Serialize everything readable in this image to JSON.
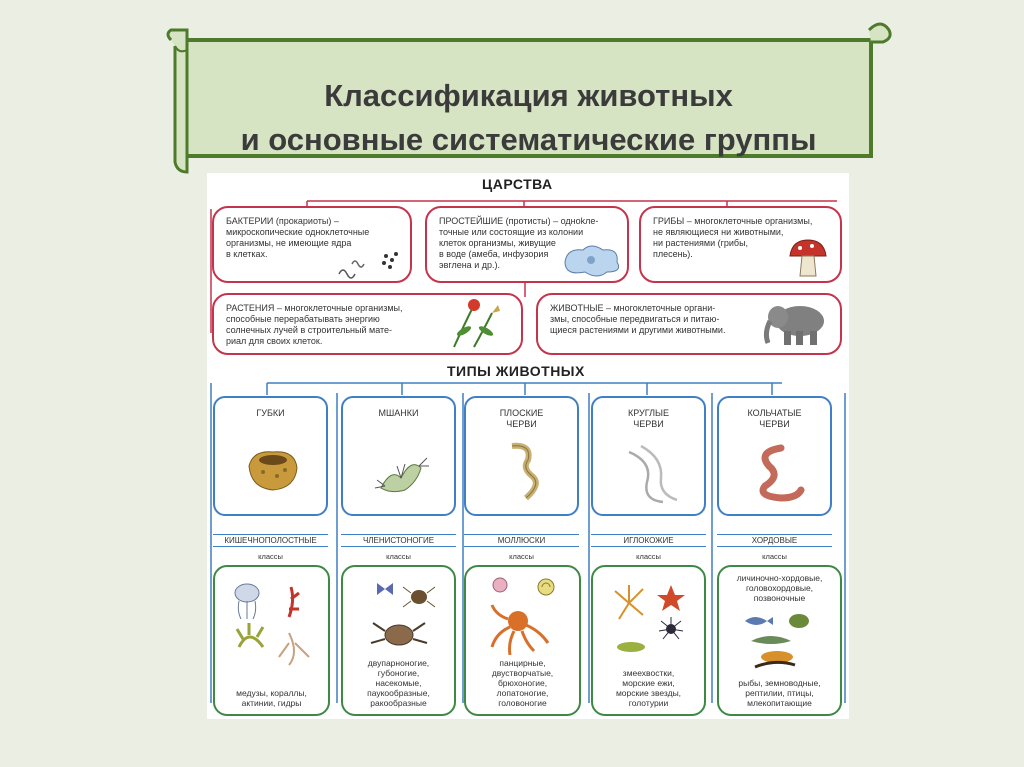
{
  "title": {
    "line1": "Классификация животных",
    "line2": "и основные систематические группы"
  },
  "kingdoms": {
    "heading": "ЦАРСТВА",
    "bacteria": [
      "БАКТЕРИИ (прокариоты) –",
      "микроскопические одноклеточные",
      "организмы, не имеющие ядра",
      "в клетках."
    ],
    "protists": [
      "ПРОСТЕЙШИЕ (протисты) – одноkле-",
      "точные или состоящие из колонии",
      "клеток организмы, живущие",
      "в воде (амеба, инфузория",
      "эвглена и др.)."
    ],
    "fungi": [
      "ГРИБЫ – многоклеточные организмы,",
      "не являющиеся ни животными,",
      "ни растениями (грибы,",
      "плесень)."
    ],
    "plants": [
      "РАСТЕНИЯ – многоклеточные организмы,",
      "способные перерабатывать энергию",
      "солнечных лучей в строительный мате-",
      "риал для своих клеток."
    ],
    "animals": [
      "ЖИВОТНЫЕ – многоклеточные органи-",
      "змы, способные передвигаться и питаю-",
      "щиеся растениями и другими животными."
    ]
  },
  "types": {
    "heading": "ТИПЫ ЖИВОТНЫХ",
    "top_row": [
      {
        "name": "ГУБКИ",
        "icon": "sponge-icon"
      },
      {
        "name": "МШАНКИ",
        "icon": "bryozoan-icon"
      },
      {
        "name": "ПЛОСКИЕ\nЧЕРВИ",
        "icon": "flatworm-icon"
      },
      {
        "name": "КРУГЛЫЕ\nЧЕРВИ",
        "icon": "roundworm-icon"
      },
      {
        "name": "КОЛЬЧАТЫЕ\nЧЕРВИ",
        "icon": "earthworm-icon"
      }
    ],
    "bottom_row": [
      {
        "name": "КИШЕЧНОПОЛОСТНЫЕ",
        "label": "классы",
        "classes": "медузы, кораллы,\nактинии, гидры",
        "icon": "cnidaria-icon"
      },
      {
        "name": "ЧЛЕНИСТОНОГИЕ",
        "label": "классы",
        "classes": "двупарноногие,\nгубоногие,\nнасекомые,\nпаукообразные,\nракообразные",
        "icon": "arthropods-icon"
      },
      {
        "name": "МОЛЛЮСКИ",
        "label": "классы",
        "classes": "панцирные,\nдвустворчатые,\nбрюхоногие,\nлопатоногие,\nголовоногие",
        "icon": "molluscs-icon"
      },
      {
        "name": "ИГЛОКОЖИЕ",
        "label": "классы",
        "classes": "змеехвостки,\nморские ежи,\nморские звезды,\nголотурии",
        "icon": "echinoderms-icon"
      },
      {
        "name": "ХОРДОВЫЕ",
        "label": "классы",
        "classes_top": "личиночно-хордовые,\nголовохордовые,\nпозвоночные",
        "classes": "рыбы, земноводные,\nрептилии, птицы,\nмлекопитающие",
        "icon": "chordates-icon"
      }
    ]
  },
  "colors": {
    "banner_fill": "#d6e4c3",
    "banner_stroke": "#4e7a2c",
    "kingdom_border": "#c4344c",
    "type_border": "#3f7fc3",
    "class_border": "#3e8a45"
  }
}
